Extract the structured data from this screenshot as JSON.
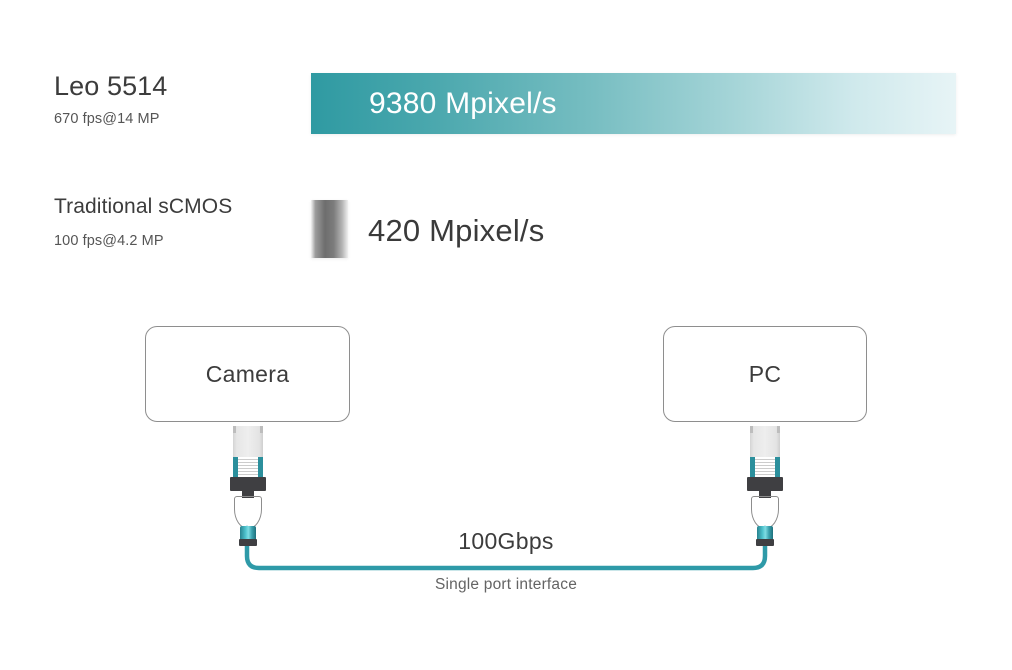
{
  "comparison": {
    "rows": [
      {
        "title": "Leo 5514",
        "subtitle": "670 fps@14 MP",
        "value_label": "9380 Mpixel/s",
        "value_mpixels": 9380,
        "fps": 670,
        "resolution_mp": 14,
        "bar_style": "teal-gradient",
        "bar_color_start": "#2f9aa2",
        "bar_color_end": "#e7f4f6"
      },
      {
        "title": "Traditional sCMOS",
        "subtitle": "100 fps@4.2 MP",
        "value_label": "420 Mpixel/s",
        "value_mpixels": 420,
        "fps": 100,
        "resolution_mp": 4.2,
        "bar_style": "grey-gradient",
        "bar_color_start": "#f2f2f2",
        "bar_color_end": "#efefef"
      }
    ]
  },
  "diagram": {
    "source_box_label": "Camera",
    "target_box_label": "PC",
    "cable_speed_label": "100Gbps",
    "cable_sub_label": "Single port interface",
    "cable_color": "#2e9aa8",
    "connector_accent_color": "#2b8f9c"
  },
  "chart_data": {
    "type": "bar",
    "title": "",
    "categories": [
      "Leo 5514",
      "Traditional sCMOS"
    ],
    "values": [
      9380,
      420
    ],
    "value_labels": [
      "9380 Mpixel/s",
      "420 Mpixel/s"
    ],
    "sub_labels": [
      "670 fps@14 MP",
      "100 fps@4.2 MP"
    ],
    "xlabel": "",
    "ylabel": "Mpixel/s",
    "xlim": [
      0,
      9380
    ],
    "grid": false,
    "legend": "none",
    "orientation": "horizontal"
  }
}
